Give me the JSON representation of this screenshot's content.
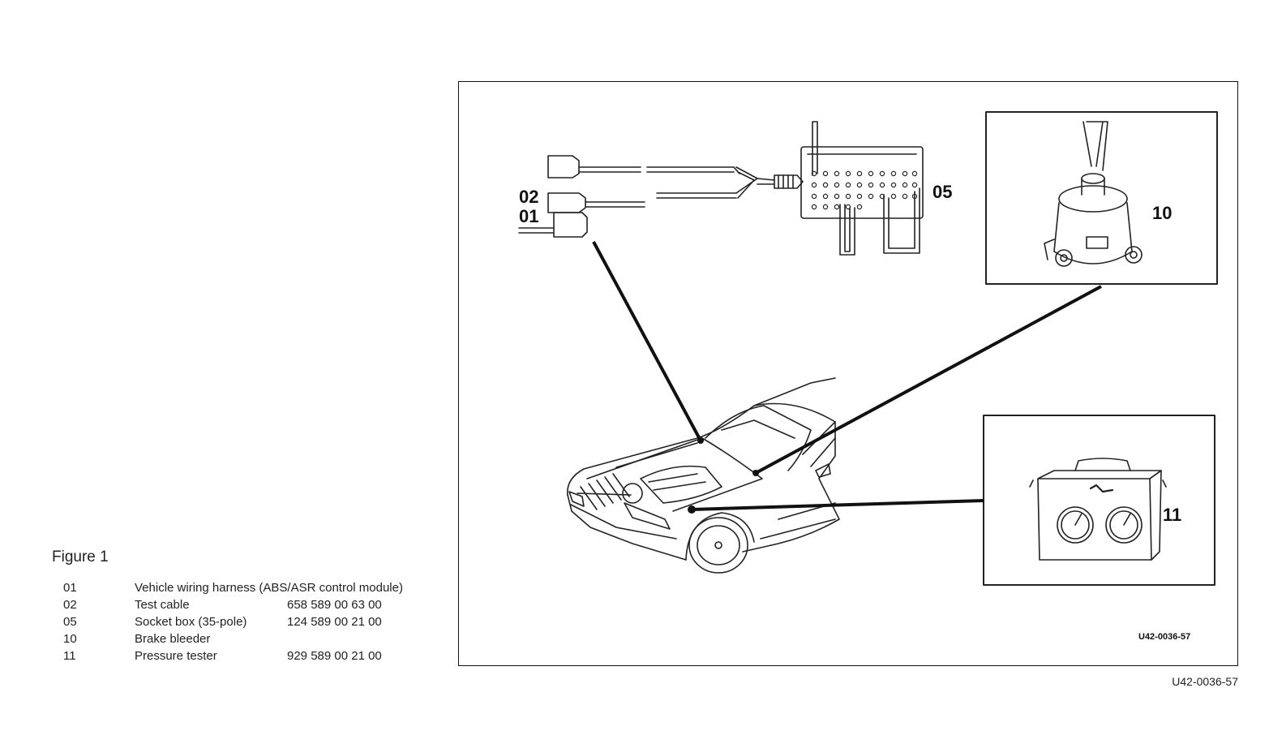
{
  "figure": {
    "caption": "Figure 1",
    "legend": [
      {
        "code": "01",
        "description": "Vehicle wiring harness (ABS/ASR control module)",
        "part_number": ""
      },
      {
        "code": "02",
        "description": "Test cable",
        "part_number": "658 589 00 63 00"
      },
      {
        "code": "05",
        "description": "Socket box (35-pole)",
        "part_number": "124 589 00 21 00"
      },
      {
        "code": "10",
        "description": "Brake bleeder",
        "part_number": ""
      },
      {
        "code": "11",
        "description": "Pressure tester",
        "part_number": "929 589 00 21 00"
      }
    ]
  },
  "diagram": {
    "callouts": {
      "c02": "02",
      "c01": "01",
      "c05": "05",
      "c10": "10",
      "c11": "11"
    },
    "inner_reference": "U42-0036-57",
    "outer_reference": "U42-0036-57"
  }
}
